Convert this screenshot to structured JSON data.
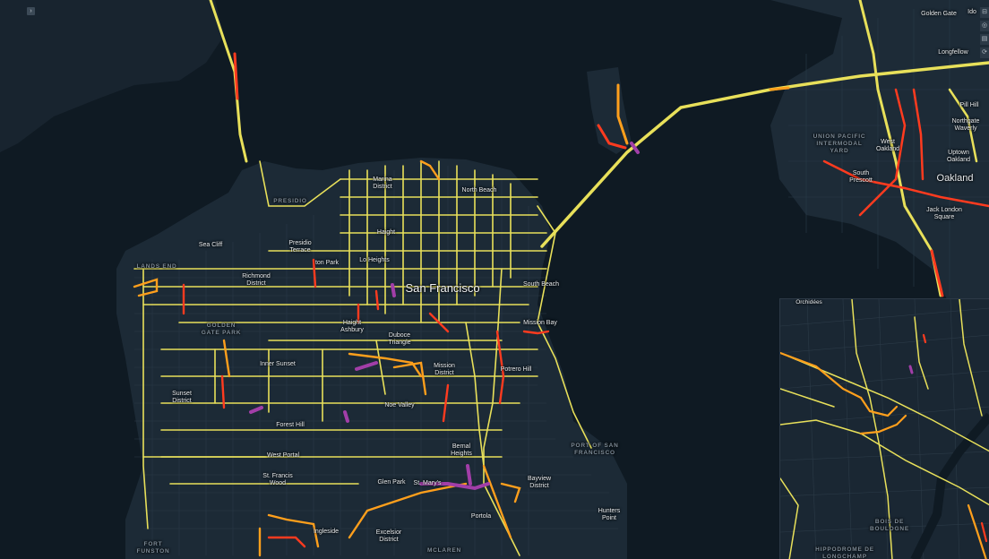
{
  "controls": {
    "sidebar_toggle_glyph": "›",
    "buttons": [
      "⊟",
      "◎",
      "▤",
      "⟳"
    ]
  },
  "colors": {
    "background": "#142331",
    "water": "#0f1a23",
    "land": "#1c2a36",
    "road": "#2a3a48",
    "traffic_free": "#e8e05a",
    "traffic_moderate": "#ff9f1c",
    "traffic_heavy": "#ff3b1f",
    "traffic_severe": "#a23ea8"
  },
  "labels": {
    "golden_gate": "Golden Gate",
    "presidio": "PRESIDIO",
    "marina": "Marina\nDistrict",
    "north_beach": "North Beach",
    "sea_cliff": "Sea Cliff",
    "presidio_terrace": "Presidio\nTerrace",
    "lands_end": "LANDS END",
    "richmond": "Richmond\nDistrict",
    "golden_gate_park": "GOLDEN\nGATE PARK",
    "san_francisco": "San Francisco",
    "haight": "Haight\nAshbury",
    "duboce": "Duboce\nTriangle",
    "inner_sunset": "Inner Sunset",
    "sunset": "Sunset\nDistrict",
    "mission": "Mission\nDistrict",
    "potrero": "Potrero Hill",
    "mission_bay": "Mission Bay",
    "south_beach": "South Beach",
    "noe_valley": "Noe Valley",
    "forest_hill": "Forest Hill",
    "west_portal": "West Portal",
    "st_francis": "St. Francis\nWood",
    "glen_park": "Glen Park",
    "st_marys": "St. Mary's",
    "bernal": "Bernal\nHeights",
    "bayview": "Bayview\nDistrict",
    "port_sf": "PORT OF SAN\nFRANCISCO",
    "hunters_point": "Hunters\nPoint",
    "portola": "Portola",
    "ingleside": "Ingleside",
    "excelsior": "Excelsior\nDistrict",
    "mclaren": "MCLAREN",
    "fort_funston": "FORT\nFUNSTON",
    "union_pacific": "UNION PACIFIC\nINTERMODAL\nYARD",
    "west_oakland": "West\nOakland",
    "south_prescott": "South\nPrescott",
    "oakland": "Oakland",
    "jack_london": "Jack London\nSquare",
    "longfellow": "Longfellow",
    "pill_hill": "Pill Hill",
    "northgate": "Northgate\nWaverly",
    "uptown": "Uptown\nOakland",
    "ido": "Ido",
    "lo_heights": "Lo Heights",
    "haight_label": "Haight",
    "ton_park": "ton Park"
  },
  "inset": {
    "labels": {
      "orchidees": "Orchidées",
      "bois_de_boulogne": "BOIS DE\nBOULOGNE",
      "hippodrome": "HIPPODROME DE\nLONGCHAMP"
    }
  }
}
